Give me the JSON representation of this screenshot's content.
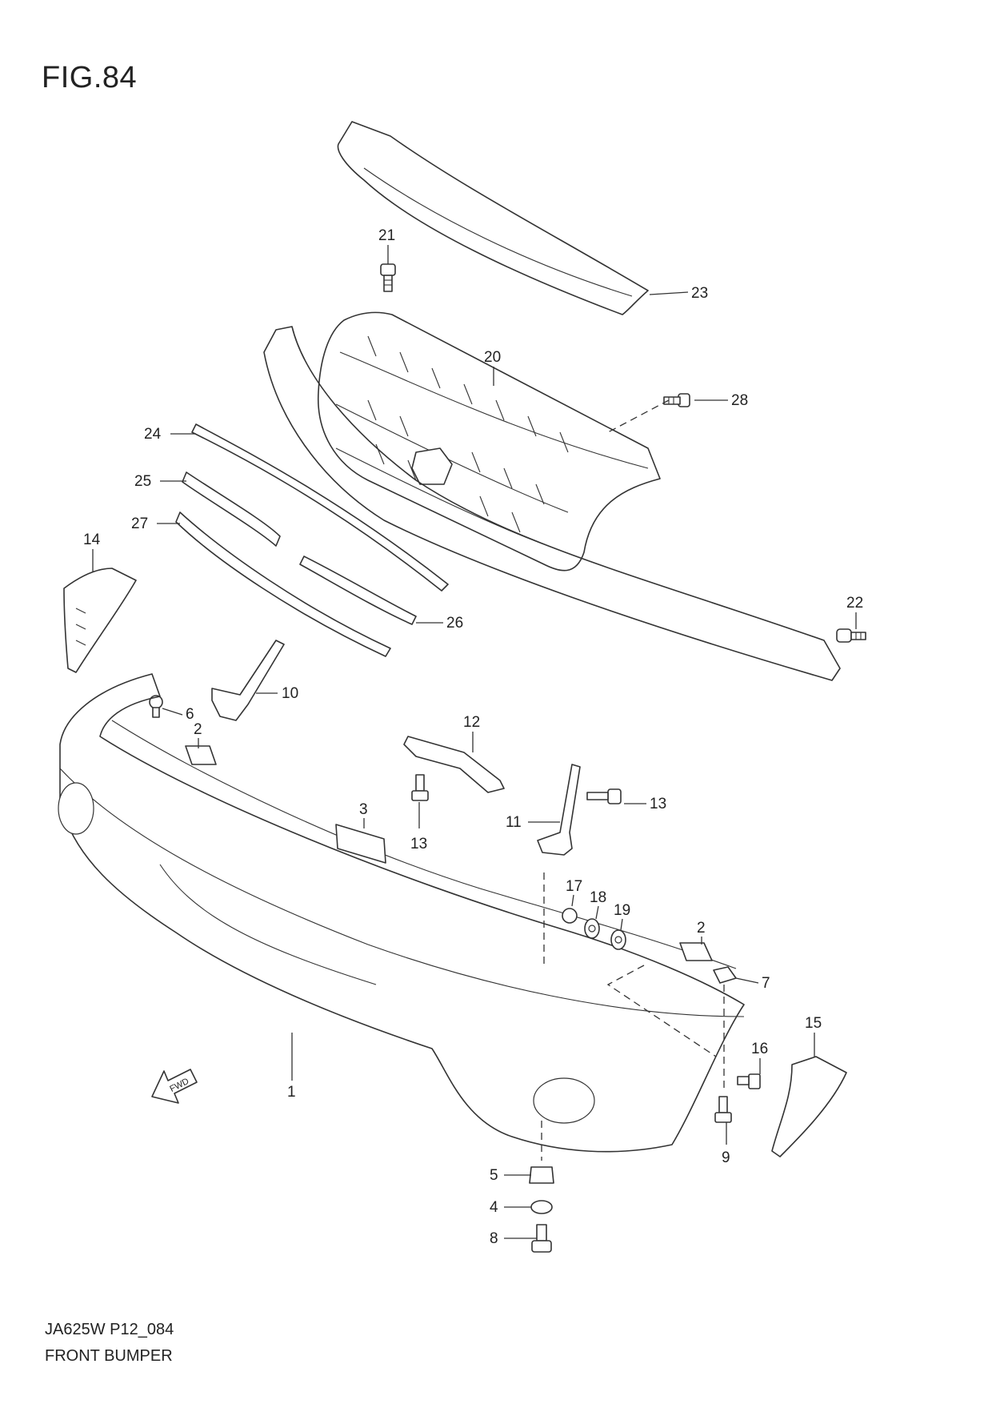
{
  "figure": {
    "title": "FIG.84",
    "code": "JA625W P12_084",
    "name": "FRONT BUMPER"
  },
  "callouts": {
    "c1": "1",
    "c2a": "2",
    "c2b": "2",
    "c3": "3",
    "c4": "4",
    "c5": "5",
    "c6": "6",
    "c7": "7",
    "c8": "8",
    "c9": "9",
    "c10": "10",
    "c11": "11",
    "c12": "12",
    "c13a": "13",
    "c13b": "13",
    "c14": "14",
    "c15": "15",
    "c16": "16",
    "c17": "17",
    "c18": "18",
    "c19": "19",
    "c20": "20",
    "c21": "21",
    "c22": "22",
    "c23": "23",
    "c24": "24",
    "c25": "25",
    "c26": "26",
    "c27": "27",
    "c28": "28"
  },
  "fwd_arrow": {
    "label": "FWD",
    "icon": "forward-arrow-icon"
  },
  "colors": {
    "line": "#333333",
    "background": "#ffffff"
  }
}
